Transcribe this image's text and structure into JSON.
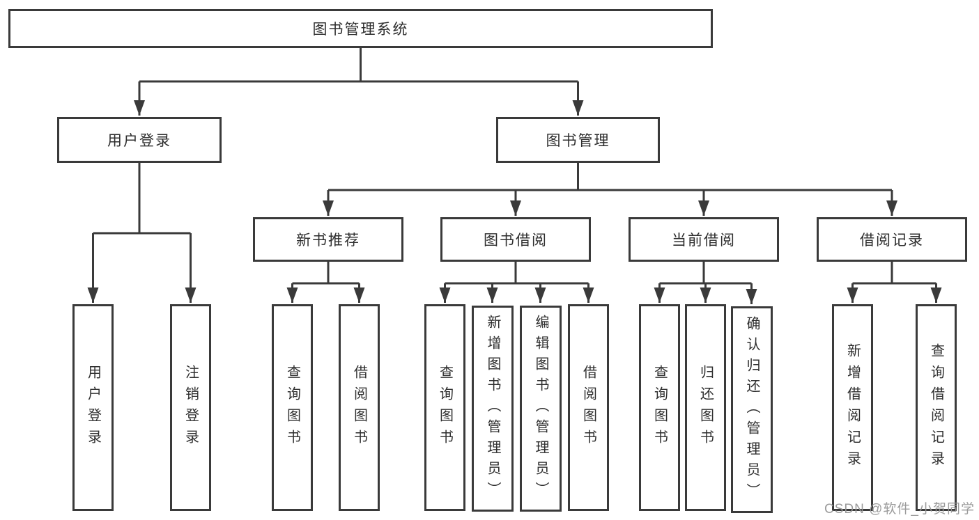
{
  "diagram": {
    "title": "图书管理系统",
    "level2": [
      {
        "label": "用户登录"
      },
      {
        "label": "图书管理"
      }
    ],
    "level3": [
      {
        "label": "新书推荐",
        "parent": "图书管理"
      },
      {
        "label": "图书借阅",
        "parent": "图书管理"
      },
      {
        "label": "当前借阅",
        "parent": "图书管理"
      },
      {
        "label": "借阅记录",
        "parent": "图书管理"
      }
    ],
    "leaves": [
      {
        "label": "用户登录",
        "parent": "用户登录"
      },
      {
        "label": "注销登录",
        "parent": "用户登录"
      },
      {
        "label": "查询图书",
        "parent": "新书推荐"
      },
      {
        "label": "借阅图书",
        "parent": "新书推荐"
      },
      {
        "label": "查询图书",
        "parent": "图书借阅"
      },
      {
        "label": "新增图书（管理员）",
        "parent": "图书借阅"
      },
      {
        "label": "编辑图书（管理员）",
        "parent": "图书借阅"
      },
      {
        "label": "借阅图书",
        "parent": "图书借阅"
      },
      {
        "label": "查询图书",
        "parent": "当前借阅"
      },
      {
        "label": "归还图书",
        "parent": "当前借阅"
      },
      {
        "label": "确认归还（管理员）",
        "parent": "当前借阅"
      },
      {
        "label": "新增借阅记录",
        "parent": "借阅记录"
      },
      {
        "label": "查询借阅记录",
        "parent": "借阅记录"
      }
    ],
    "colors": {
      "line": "#3a3a3a",
      "text": "#2e2e2e",
      "box_background": "#ffffff",
      "watermark": "#969696"
    },
    "watermark": "CSDN @软件_小贺同学"
  }
}
